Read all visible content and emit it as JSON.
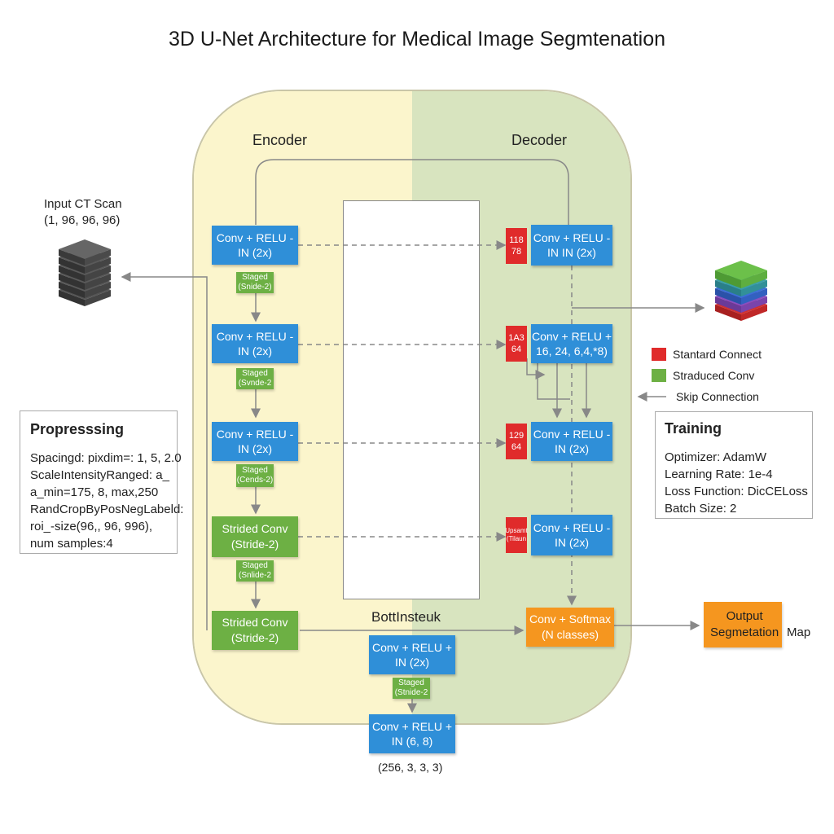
{
  "title": "3D U-Net Architecture for Medical Image Segmtenation",
  "encoder": {
    "label": "Encoder",
    "blocks": [
      {
        "type": "conv",
        "text": "Conv + RELU -\nIN (2x)"
      },
      {
        "type": "conv",
        "text": "Conv + RELU -\nIN (2x)"
      },
      {
        "type": "conv",
        "text": "Conv + RELU -\nIN (2x)"
      },
      {
        "type": "strided",
        "text": "Strided Conv\n(Stride-2)"
      },
      {
        "type": "strided",
        "text": "Strided Conv\n(Stride-2)"
      }
    ],
    "downsample_labels": [
      "Staged\n(Snide-2)",
      "Staged\n(Svnde-2",
      "Staged\n(Cends-2)",
      "Staged\n(Snlide-2"
    ]
  },
  "decoder": {
    "label": "Decoder",
    "blocks": [
      {
        "text": "Conv + RELU -\nIN IN (2x)"
      },
      {
        "text": "Conv + RELU +\n16, 24, 6,4,*8)"
      },
      {
        "text": "Conv + RELU -\nIN (2x)"
      },
      {
        "text": "Conv + RELU -\nIN (2x)"
      }
    ],
    "concat_labels": [
      "118\n78",
      "1A3\n64",
      "129\n64",
      "Upsamt\n(Tilaun"
    ],
    "output_block": "Conv + Softmax\n(N classes)"
  },
  "bottleneck": {
    "label": "BottInsteuk",
    "block1": "Conv + RELU +\nIN (2x)",
    "stride_label": "Staged\n(Stnide-2",
    "block2": "Conv + RELU +\nIN (6, 8)",
    "shape": "(256, 3, 3, 3)"
  },
  "input": {
    "label": "Input CT Scan",
    "shape": "(1, 96, 96, 96)"
  },
  "output": {
    "label": "Output\nSegmetation",
    "suffix": "Map"
  },
  "preprocessing": {
    "title": "Propresssing",
    "lines": [
      "Spacingd: pixdim=: 1, 5, 2.0",
      "ScaleIntensityRanged: a_",
      "a_min=175, 8, max,250",
      "RandCropByPosNegLabeld:",
      "roi_-size(96,, 96, 996),",
      "num samples:4"
    ]
  },
  "legend": {
    "items": [
      {
        "label": "Stantard Connect",
        "color": "#e02b2b"
      },
      {
        "label": "Straduced Conv",
        "color": "#6db044"
      },
      {
        "label": "Skip Connection",
        "color": "#888888"
      }
    ]
  },
  "training": {
    "title": "Training",
    "lines": [
      "Optimizer: AdamW",
      "Learning Rate: 1e-4",
      "Loss Function: DicCELoss",
      "Batch Size: 2"
    ]
  },
  "colors": {
    "conv_blue": "#2f8fd8",
    "strided_green": "#6db044",
    "concat_red": "#e02b2b",
    "output_orange": "#f5961f",
    "encoder_bg": "#fbf5cc",
    "decoder_bg": "#d8e4bf"
  }
}
